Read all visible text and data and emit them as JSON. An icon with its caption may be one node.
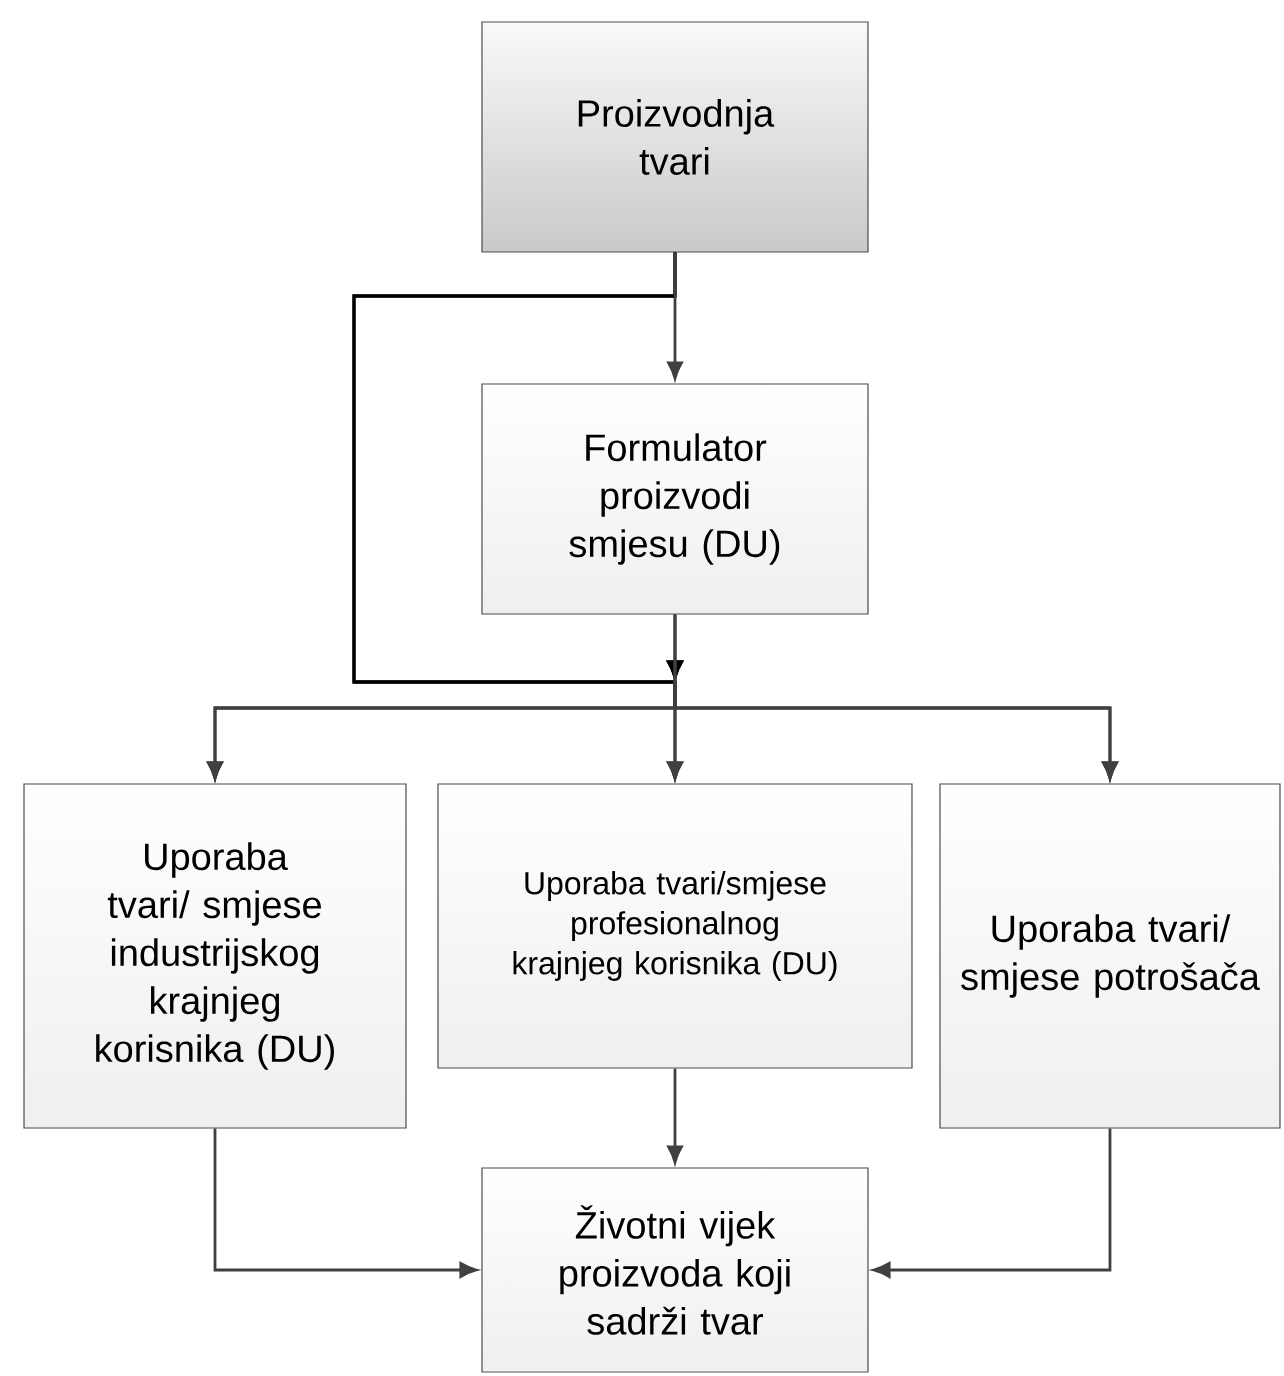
{
  "diagram": {
    "nodes": [
      {
        "text": [
          "Proizvodnja tvari"
        ]
      },
      {
        "text": [
          "Formulator proizvodi smjesu (DU)"
        ]
      },
      {
        "text": [
          "Uporaba tvari/ smjese industrijskog krajnjeg korisnika (DU)"
        ]
      },
      {
        "text": [
          "Uporaba tvari/smjese profesionalnog krajnjeg korisnika (DU)"
        ]
      },
      {
        "text": [
          "Uporaba tvari/ smjese potrošača"
        ]
      },
      {
        "text": [
          "Životni vijek proizvoda koji sadrži tvar"
        ]
      }
    ],
    "edges": [
      {
        "from": 0,
        "to": 1,
        "arrow": "to"
      },
      {
        "from": 1,
        "to": 2,
        "arrow": "to"
      },
      {
        "from": 1,
        "to": 3,
        "arrow": "to"
      },
      {
        "from": 1,
        "to": 4,
        "arrow": "to"
      },
      {
        "from": 0,
        "to": 2,
        "arrow": "to",
        "color": "#000000"
      },
      {
        "from": 0,
        "to": 3,
        "arrow": "to",
        "color": "#000000"
      },
      {
        "from": 0,
        "to": 4,
        "arrow": "to",
        "color": "#000000"
      },
      {
        "from": 2,
        "to": 5,
        "arrow": "to"
      },
      {
        "from": 3,
        "to": 5,
        "arrow": "to"
      },
      {
        "from": 4,
        "to": 5,
        "arrow": "to"
      }
    ]
  }
}
